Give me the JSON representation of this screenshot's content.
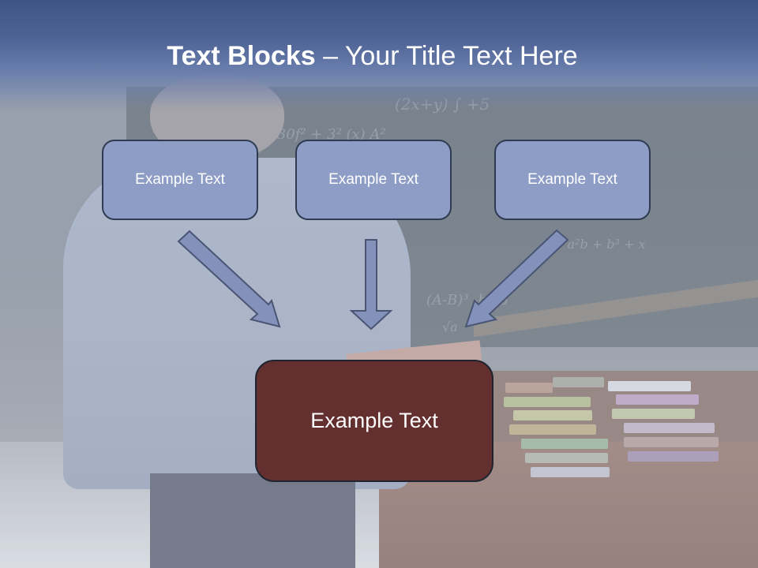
{
  "slide": {
    "title_bold": "Text Blocks",
    "title_dash": " – ",
    "title_rest": "Your Title Text Here"
  },
  "diagram": {
    "top_boxes": [
      {
        "label": "Example Text"
      },
      {
        "label": "Example Text"
      },
      {
        "label": "Example Text"
      }
    ],
    "main_box": {
      "label": "Example Text"
    }
  },
  "colors": {
    "title_band": "#3f5583",
    "top_box_fill": "#8e9dc6",
    "arrow_fill": "#8391bb",
    "main_box_fill": "#632f2f"
  }
}
